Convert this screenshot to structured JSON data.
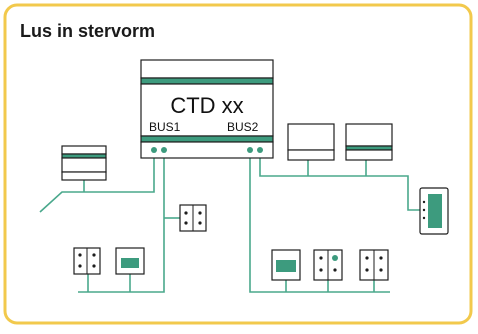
{
  "title": "Lus in stervorm",
  "controller": {
    "label": "CTD xx",
    "bus1_label": "BUS1",
    "bus2_label": "BUS2"
  },
  "colors": {
    "frame": "#f2c94c",
    "bus_line": "#4aa88c",
    "device_stroke": "#1e1e1e",
    "device_fill": "#ffffff",
    "accent": "#3d9b7e",
    "display": "#3d9b7e"
  }
}
